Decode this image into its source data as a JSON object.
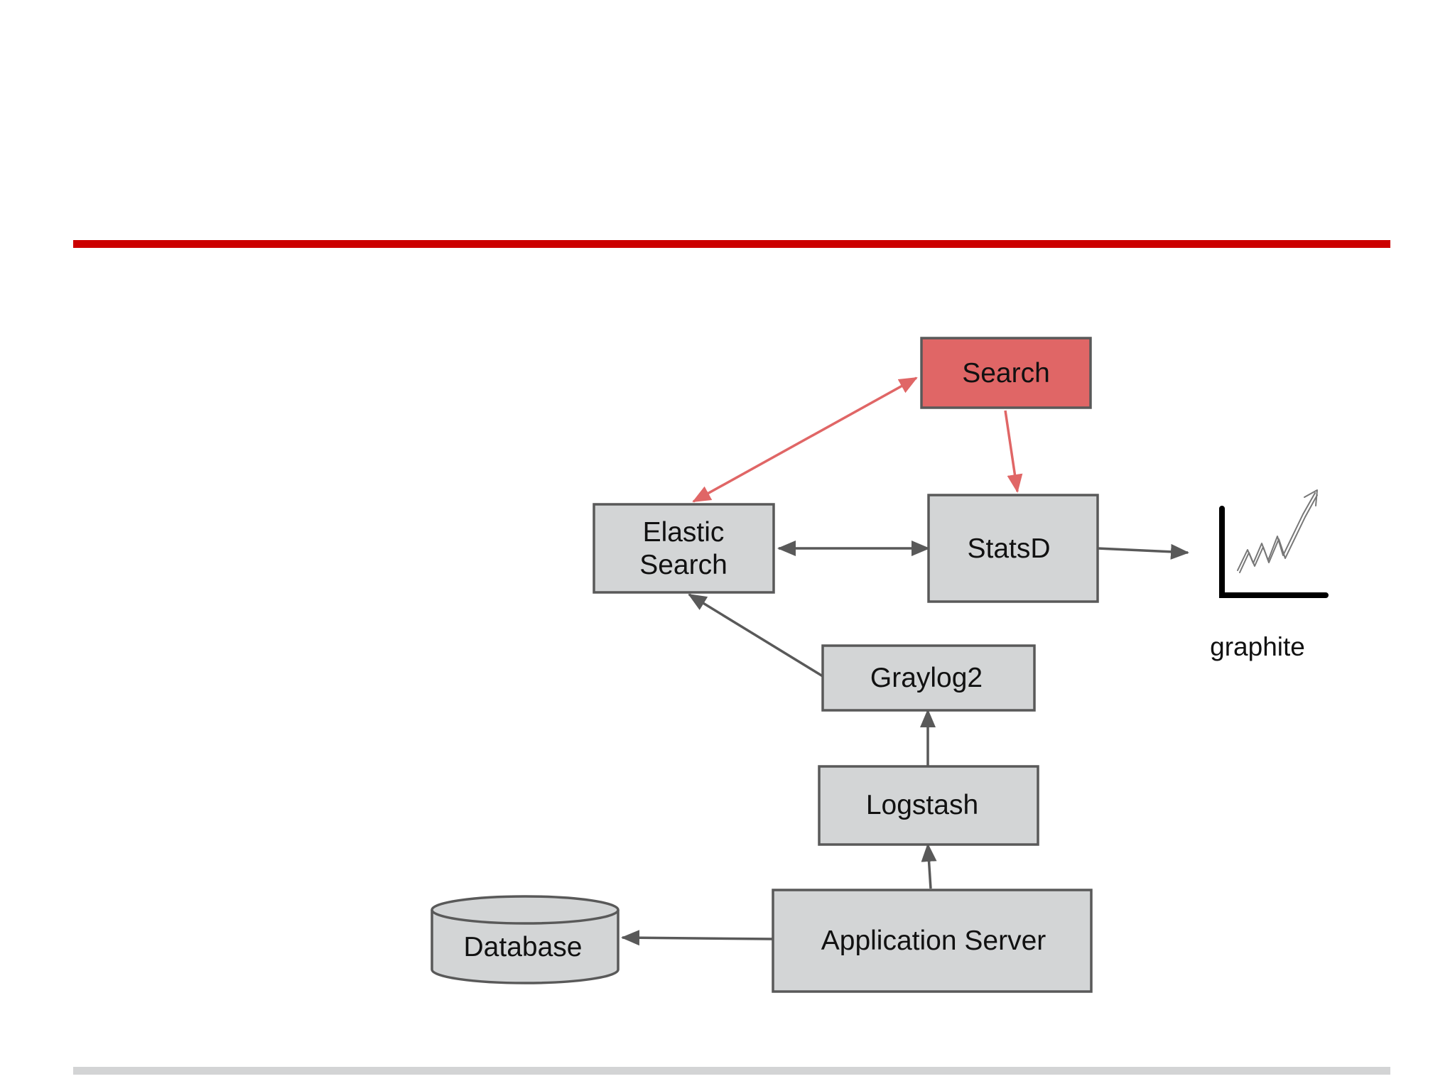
{
  "diagram": {
    "nodes": {
      "search": "Search",
      "elastic_search_line1": "Elastic",
      "elastic_search_line2": "Search",
      "statsd": "StatsD",
      "graylog2": "Graylog2",
      "logstash": "Logstash",
      "application_server": "Application Server",
      "database": "Database"
    },
    "graphite_label": "graphite",
    "graphite_icon": "line-chart-trend-up-icon",
    "edges": [
      {
        "from": "Search",
        "to": "Elastic Search",
        "bidirectional": true,
        "color": "#e06666"
      },
      {
        "from": "Search",
        "to": "StatsD",
        "color": "#e06666"
      },
      {
        "from": "Elastic Search",
        "to": "StatsD",
        "bidirectional": true,
        "color": "#595959"
      },
      {
        "from": "StatsD",
        "to": "graphite",
        "color": "#595959"
      },
      {
        "from": "Graylog2",
        "to": "Elastic Search",
        "color": "#595959"
      },
      {
        "from": "Logstash",
        "to": "Graylog2",
        "color": "#595959"
      },
      {
        "from": "Application Server",
        "to": "Logstash",
        "color": "#595959"
      },
      {
        "from": "Application Server",
        "to": "Database",
        "color": "#595959"
      }
    ],
    "colors": {
      "accent_rule": "#cc0000",
      "highlight_node": "#e06666",
      "node_fill": "#d3d5d6",
      "border": "#595959"
    }
  }
}
